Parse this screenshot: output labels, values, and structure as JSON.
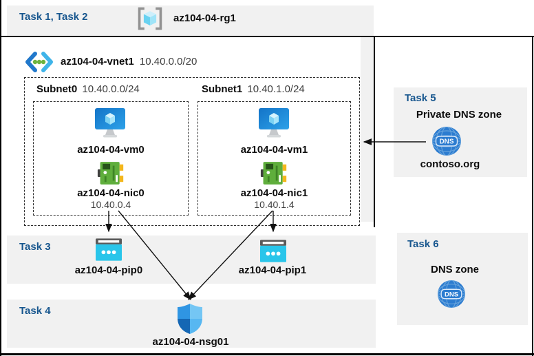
{
  "diagram": {
    "task_panels": {
      "task12_label": "Task 1, Task 2",
      "task3_label": "Task 3",
      "task4_label": "Task 4",
      "task5_label": "Task 5",
      "task6_label": "Task 6"
    },
    "resource_group": {
      "name": "az104-04-rg1"
    },
    "vnet": {
      "name": "az104-04-vnet1",
      "cidr": "10.40.0.0/20"
    },
    "subnets": [
      {
        "name": "Subnet0",
        "cidr": "10.40.0.0/24",
        "vm_name": "az104-04-vm0",
        "nic_name": "az104-04-nic0",
        "nic_ip": "10.40.0.4"
      },
      {
        "name": "Subnet1",
        "cidr": "10.40.1.0/24",
        "vm_name": "az104-04-vm1",
        "nic_name": "az104-04-nic1",
        "nic_ip": "10.40.1.4"
      }
    ],
    "public_ips": [
      {
        "name": "az104-04-pip0"
      },
      {
        "name": "az104-04-pip1"
      }
    ],
    "nsg": {
      "name": "az104-04-nsg01"
    },
    "private_dns_zone": {
      "heading": "Private DNS zone",
      "zone_name": "contoso.org",
      "icon_label": "DNS"
    },
    "dns_zone": {
      "heading": "DNS zone",
      "icon_label": "DNS"
    },
    "colors": {
      "task_label": "#17568e",
      "panel_background": "#f1f1f1",
      "frame_black": "#000000",
      "dns_blue": "#2c7cd0",
      "vm_blue": "#1776c8",
      "nic_green": "#5fae3c",
      "nic_yellow": "#f3b71c",
      "pip_cyan": "#29c5ea",
      "nsg_dark_blue": "#1567b4",
      "nsg_light_blue": "#74c6f4"
    }
  }
}
